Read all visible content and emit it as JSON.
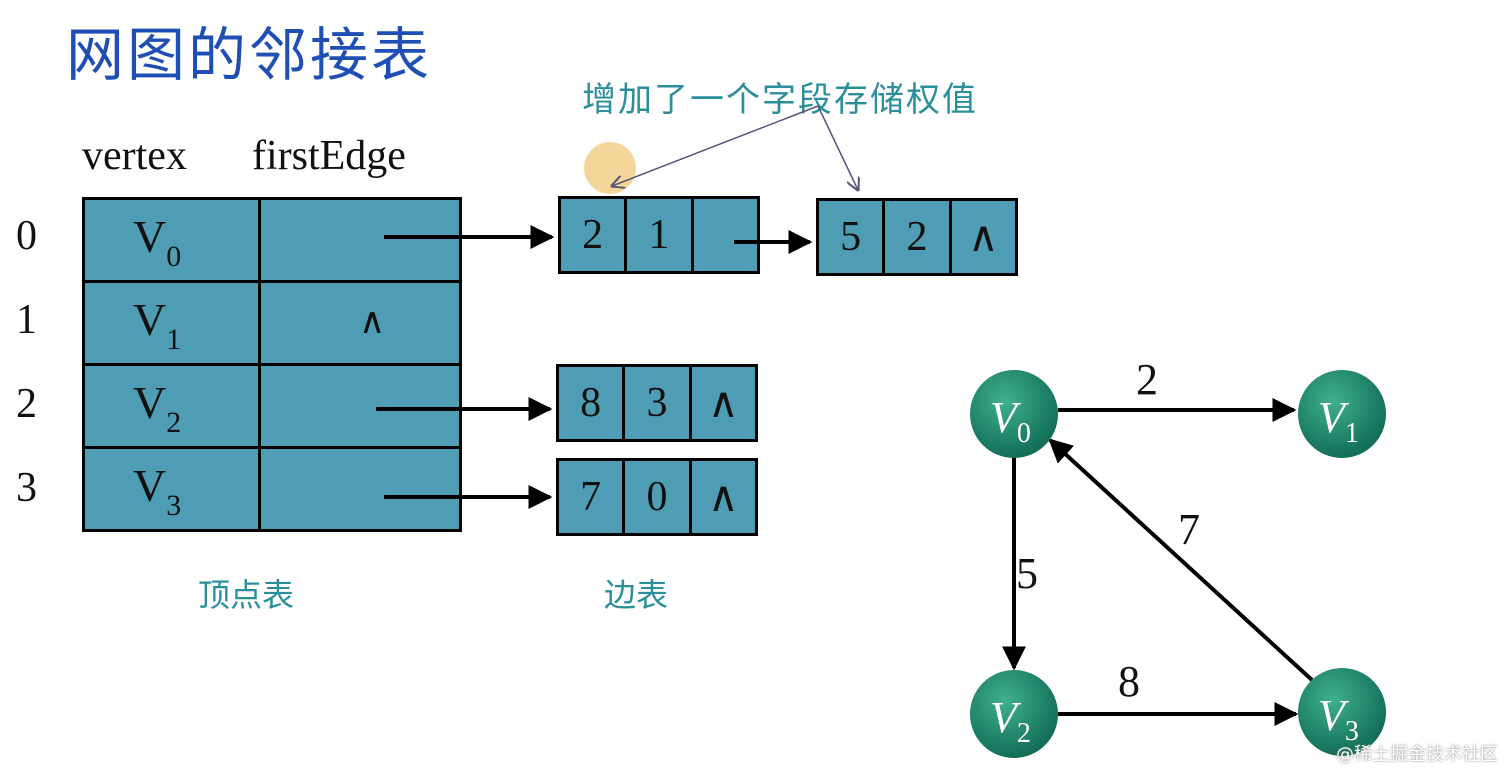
{
  "title": "网图的邻接表",
  "annotation": "增加了一个字段存储权值",
  "headers": {
    "vertex": "vertex",
    "first_edge": "firstEdge"
  },
  "null_symbol": "∧",
  "vertex_table": [
    {
      "index": "0",
      "name": "V",
      "sub": "0",
      "first_edge_null": false
    },
    {
      "index": "1",
      "name": "V",
      "sub": "1",
      "first_edge_null": true
    },
    {
      "index": "2",
      "name": "V",
      "sub": "2",
      "first_edge_null": false
    },
    {
      "index": "3",
      "name": "V",
      "sub": "3",
      "first_edge_null": false
    }
  ],
  "edge_lists": {
    "v0": [
      [
        "2",
        "1",
        ""
      ],
      [
        "5",
        "2",
        "∧"
      ]
    ],
    "v2": [
      [
        "8",
        "3",
        "∧"
      ]
    ],
    "v3": [
      [
        "7",
        "0",
        "∧"
      ]
    ]
  },
  "captions": {
    "vertex_table": "顶点表",
    "edge_table": "边表"
  },
  "graph": {
    "nodes": [
      {
        "id": "V0",
        "label": "V",
        "sub": "0"
      },
      {
        "id": "V1",
        "label": "V",
        "sub": "1"
      },
      {
        "id": "V2",
        "label": "V",
        "sub": "2"
      },
      {
        "id": "V3",
        "label": "V",
        "sub": "3"
      }
    ],
    "edges": [
      {
        "from": "V0",
        "to": "V1",
        "weight": "2"
      },
      {
        "from": "V0",
        "to": "V2",
        "weight": "5"
      },
      {
        "from": "V2",
        "to": "V3",
        "weight": "8"
      },
      {
        "from": "V3",
        "to": "V0",
        "weight": "7"
      }
    ]
  },
  "colors": {
    "cell": "#4f9db4",
    "node": "#1a8a70",
    "title": "#1f4fb5",
    "caption": "#2a8f9a"
  },
  "watermark": "@稀土掘金技术社区"
}
